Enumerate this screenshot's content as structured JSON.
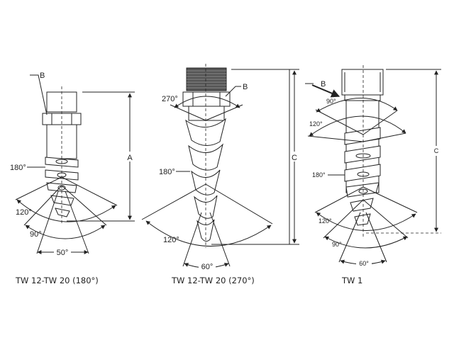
{
  "figures": [
    {
      "caption": "TW 12-TW 20 (180°)",
      "labels": {
        "b": "B",
        "dim": "A",
        "spiral": "180°",
        "a1": "120°",
        "a2": "90°",
        "a3": "50°"
      }
    },
    {
      "caption": "TW 12-TW 20 (270°)",
      "labels": {
        "b": "B",
        "dim": "C",
        "top": "270°",
        "spiral": "180°",
        "a1": "120°",
        "a3": "60°"
      }
    },
    {
      "caption": "TW 1",
      "labels": {
        "b": "B",
        "dim": "C",
        "t1": "90°",
        "t2": "120°",
        "spiral": "180°",
        "a1": "120°",
        "a2": "90°",
        "a3": "60°"
      }
    }
  ]
}
